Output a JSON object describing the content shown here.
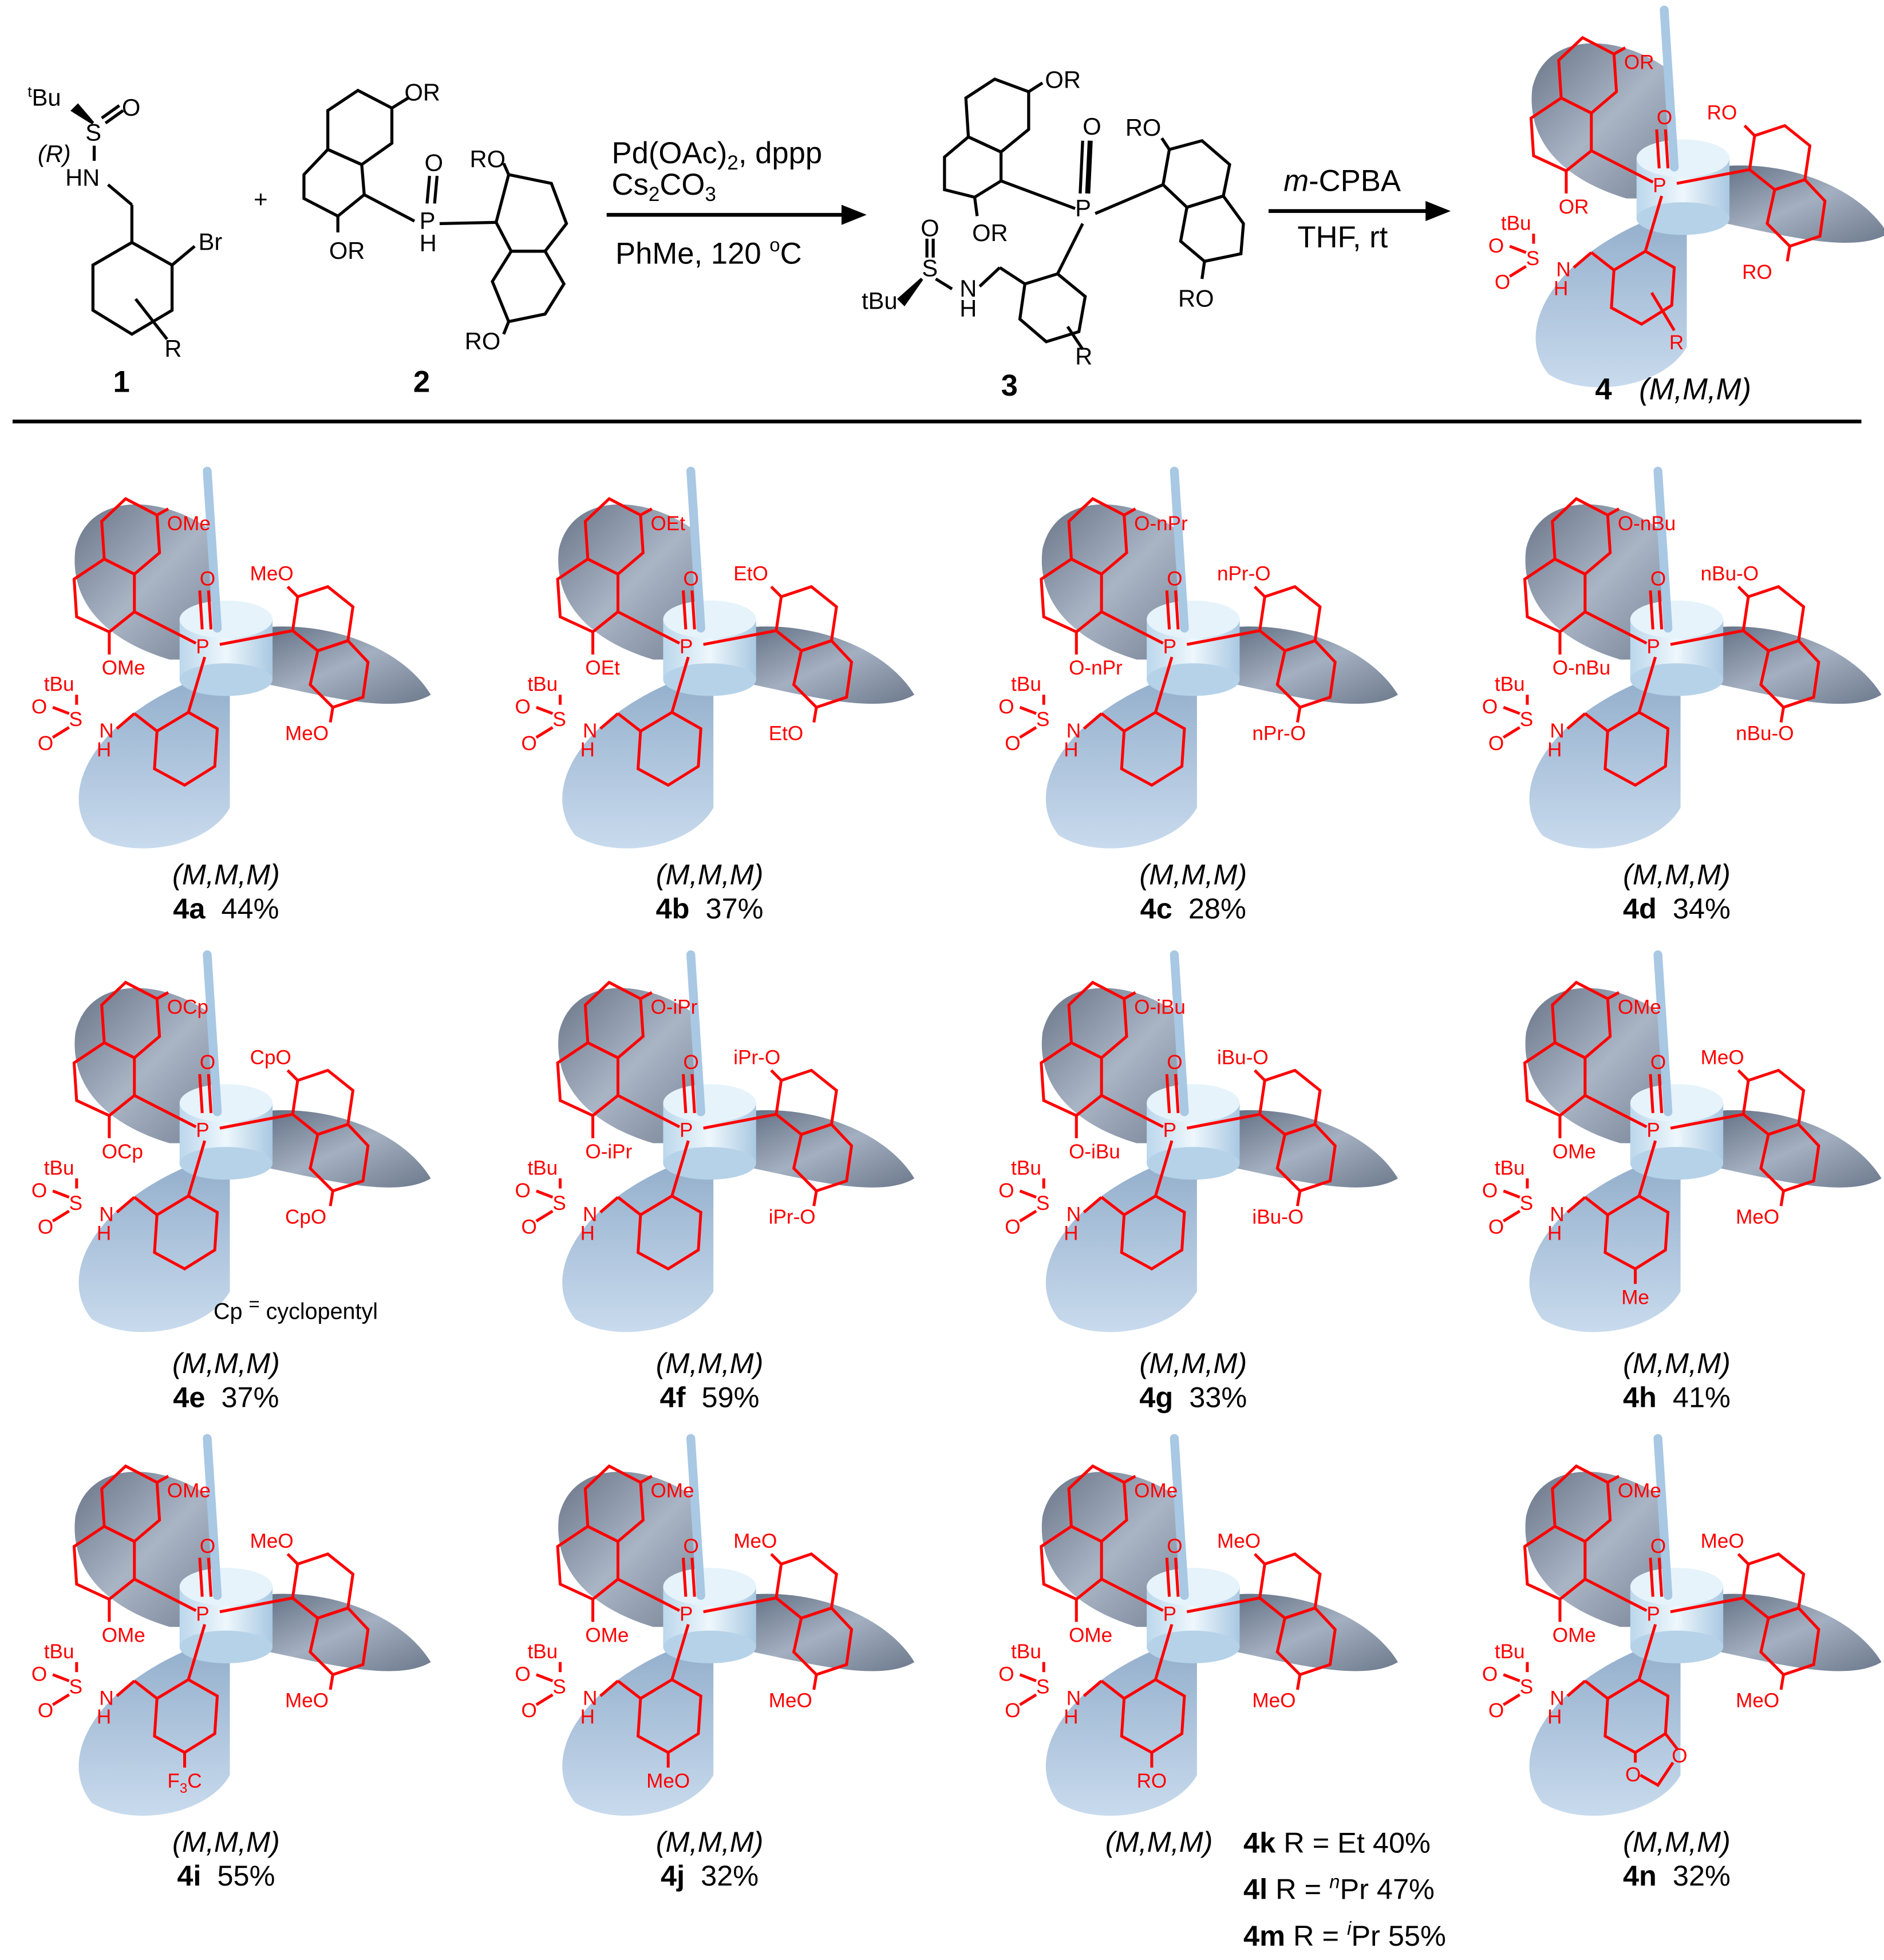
{
  "scheme": {
    "compound1": {
      "tBu_sup": "t",
      "tBu": "Bu",
      "S": "S",
      "O": "O",
      "config": "(R)",
      "N": "HN",
      "Br": "Br",
      "R": "R",
      "label": "1"
    },
    "plus": "+",
    "compound2": {
      "OR_top": "OR",
      "OR_low": "OR",
      "RO_right": "RO",
      "RO_bottom": "RO",
      "P": "P",
      "O": "O",
      "H": "H",
      "label": "2"
    },
    "arrow1": {
      "l1a": "Pd(OAc)",
      "l1sub": "2",
      "l1b": ", dppp",
      "l2a": "Cs",
      "l2sub1": "2",
      "l2b": "CO",
      "l2sub2": "3",
      "l3a": "PhMe, 120 ",
      "l3sup": "o",
      "l3b": "C"
    },
    "compound3": {
      "OR_top": "OR",
      "OR_low": "OR",
      "RO_right": "RO",
      "RO_bottom": "RO",
      "P": "P",
      "O": "O",
      "S": "S",
      "SO": "O",
      "tBu": "tBu",
      "N": "N",
      "H": "H",
      "R": "R",
      "label": "3"
    },
    "arrow2": {
      "l1sup": "m",
      "l1": "-CPBA",
      "l2": "THF, rt"
    },
    "compound4": {
      "label": "4",
      "stereo": "(M,M,M)",
      "subst": {
        "top": "OR",
        "right_top": "RO",
        "lower": "OR",
        "right_bottom": "RO",
        "aryl": "R"
      }
    }
  },
  "common": {
    "tBu": "tBu",
    "O": "O",
    "S": "S",
    "N": "N",
    "H": "H",
    "P": "P"
  },
  "compounds": [
    {
      "id": "4a",
      "yield": "44%",
      "stereo": "(M,M,M)",
      "subst": {
        "top": "OMe",
        "right_top": "MeO",
        "lower": "OMe",
        "right_bottom": "MeO"
      }
    },
    {
      "id": "4b",
      "yield": "37%",
      "stereo": "(M,M,M)",
      "subst": {
        "top": "OEt",
        "right_top": "EtO",
        "lower": "OEt",
        "right_bottom": "EtO"
      }
    },
    {
      "id": "4c",
      "yield": "28%",
      "stereo": "(M,M,M)",
      "subst": {
        "top": "O-nPr",
        "right_top": "nPr-O",
        "lower": "O-nPr",
        "right_bottom": "nPr-O"
      }
    },
    {
      "id": "4d",
      "yield": "34%",
      "stereo": "(M,M,M)",
      "subst": {
        "top": "O-nBu",
        "right_top": "nBu-O",
        "lower": "O-nBu",
        "right_bottom": "nBu-O"
      }
    },
    {
      "id": "4e",
      "yield": "37%",
      "stereo": "(M,M,M)",
      "subst": {
        "top": "OCp",
        "right_top": "CpO",
        "lower": "OCp",
        "right_bottom": "CpO"
      },
      "note": {
        "a": "Cp ",
        "eq": "=",
        "b": " cyclopentyl"
      }
    },
    {
      "id": "4f",
      "yield": "59%",
      "stereo": "(M,M,M)",
      "subst": {
        "top": "O-iPr",
        "right_top": "iPr-O",
        "lower": "O-iPr",
        "right_bottom": "iPr-O"
      }
    },
    {
      "id": "4g",
      "yield": "33%",
      "stereo": "(M,M,M)",
      "subst": {
        "top": "O-iBu",
        "right_top": "iBu-O",
        "lower": "O-iBu",
        "right_bottom": "iBu-O"
      }
    },
    {
      "id": "4h",
      "yield": "41%",
      "stereo": "(M,M,M)",
      "subst": {
        "top": "OMe",
        "right_top": "MeO",
        "lower": "OMe",
        "right_bottom": "MeO",
        "aryl": "Me"
      }
    },
    {
      "id": "4i",
      "yield": "55%",
      "stereo": "(M,M,M)",
      "subst": {
        "top": "OMe",
        "right_top": "MeO",
        "lower": "OMe",
        "right_bottom": "MeO",
        "aryl": "F",
        "aryl_sub": "3",
        "aryl_post": "C"
      }
    },
    {
      "id": "4j",
      "yield": "32%",
      "stereo": "(M,M,M)",
      "subst": {
        "top": "OMe",
        "right_top": "MeO",
        "lower": "OMe",
        "right_bottom": "MeO",
        "aryl": "MeO"
      }
    },
    {
      "id": "4k",
      "yield": "",
      "stereo": "(M,M,M)",
      "subst": {
        "top": "OMe",
        "right_top": "MeO",
        "lower": "OMe",
        "right_bottom": "MeO",
        "aryl": "RO"
      },
      "variants": [
        {
          "id": "4k",
          "pre": "R = Et 40%",
          "sup": "",
          "post": ""
        },
        {
          "id": "4l",
          "pre": "R = ",
          "sup": "n",
          "post": "Pr 47%"
        },
        {
          "id": "4m",
          "pre": "R = ",
          "sup": "i",
          "post": "Pr 55%"
        }
      ]
    },
    {
      "id": "4n",
      "yield": "32%",
      "stereo": "(M,M,M)",
      "subst": {
        "top": "OMe",
        "right_top": "MeO",
        "lower": "OMe",
        "right_bottom": "MeO",
        "o1": "O",
        "o2": "O"
      }
    }
  ],
  "colors": {
    "structure": "#ff0000",
    "ink": "#000000",
    "propeller_light": "#a9c4e0",
    "propeller_dark": "#6f7f96",
    "hub": "#d6eaf6"
  }
}
